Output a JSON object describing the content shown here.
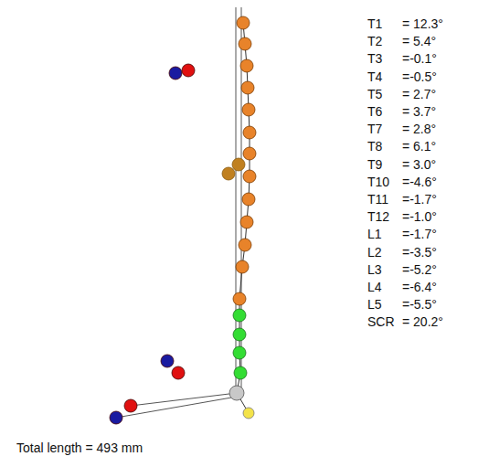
{
  "diagram": {
    "labels": [
      "T1",
      "= 12.3°",
      "T2",
      "= 5.4°",
      "T3",
      "=-0.1°",
      "T4",
      "=-0.5°",
      "T5",
      "= 2.7°",
      "T6",
      "= 3.7°",
      "T7",
      "= 2.8°",
      "T8",
      "= 6.1°",
      "T9",
      "= 3.0°",
      "T10",
      "=-4.6°",
      "T11",
      "=-1.7°",
      "T12",
      "=-1.0°",
      "L1",
      "=-1.7°",
      "L2",
      "=-3.5°",
      "L3",
      "=-5.2°",
      "L4",
      "=-6.4°",
      "L5",
      "=-5.5°",
      "SCR",
      "= 20.2°",
      "Total length = 493 mm"
    ]
  }
}
